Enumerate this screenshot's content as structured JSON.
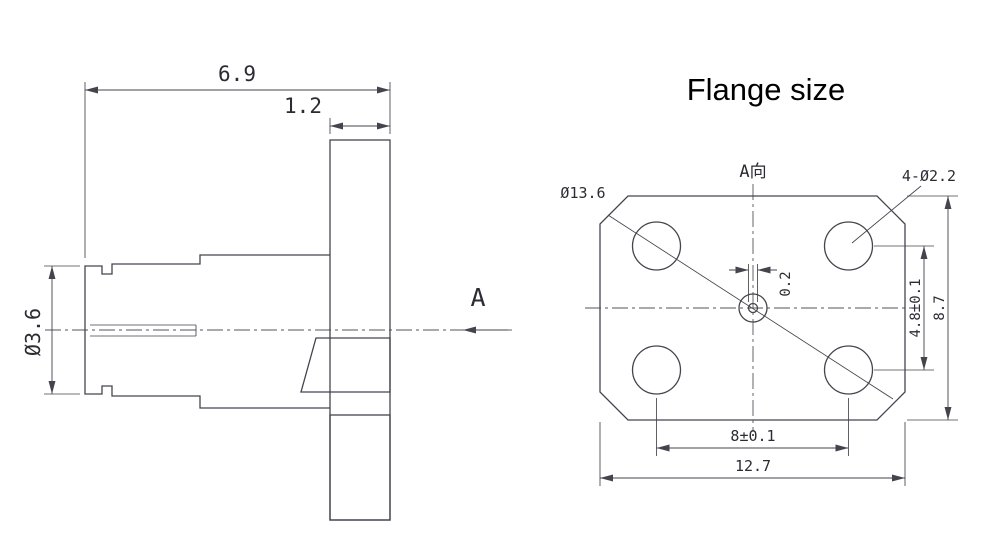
{
  "title": "Flange size",
  "colors": {
    "line": "#44444d",
    "text": "#2b2b33",
    "background": "#ffffff"
  },
  "side_view": {
    "dim_total_length": "6.9",
    "dim_flange_thickness": "1.2",
    "dim_diameter": "Ø3.6",
    "section_label": "A"
  },
  "flange_view": {
    "view_label": "A向",
    "dim_bolt_circle": "Ø13.6",
    "dim_mount_holes": "4-Ø2.2",
    "dim_pin": "0.2",
    "dim_hole_spacing_vertical": "4.8±0.1",
    "dim_flange_height": "8.7",
    "dim_hole_spacing_horizontal": "8±0.1",
    "dim_flange_width": "12.7"
  }
}
